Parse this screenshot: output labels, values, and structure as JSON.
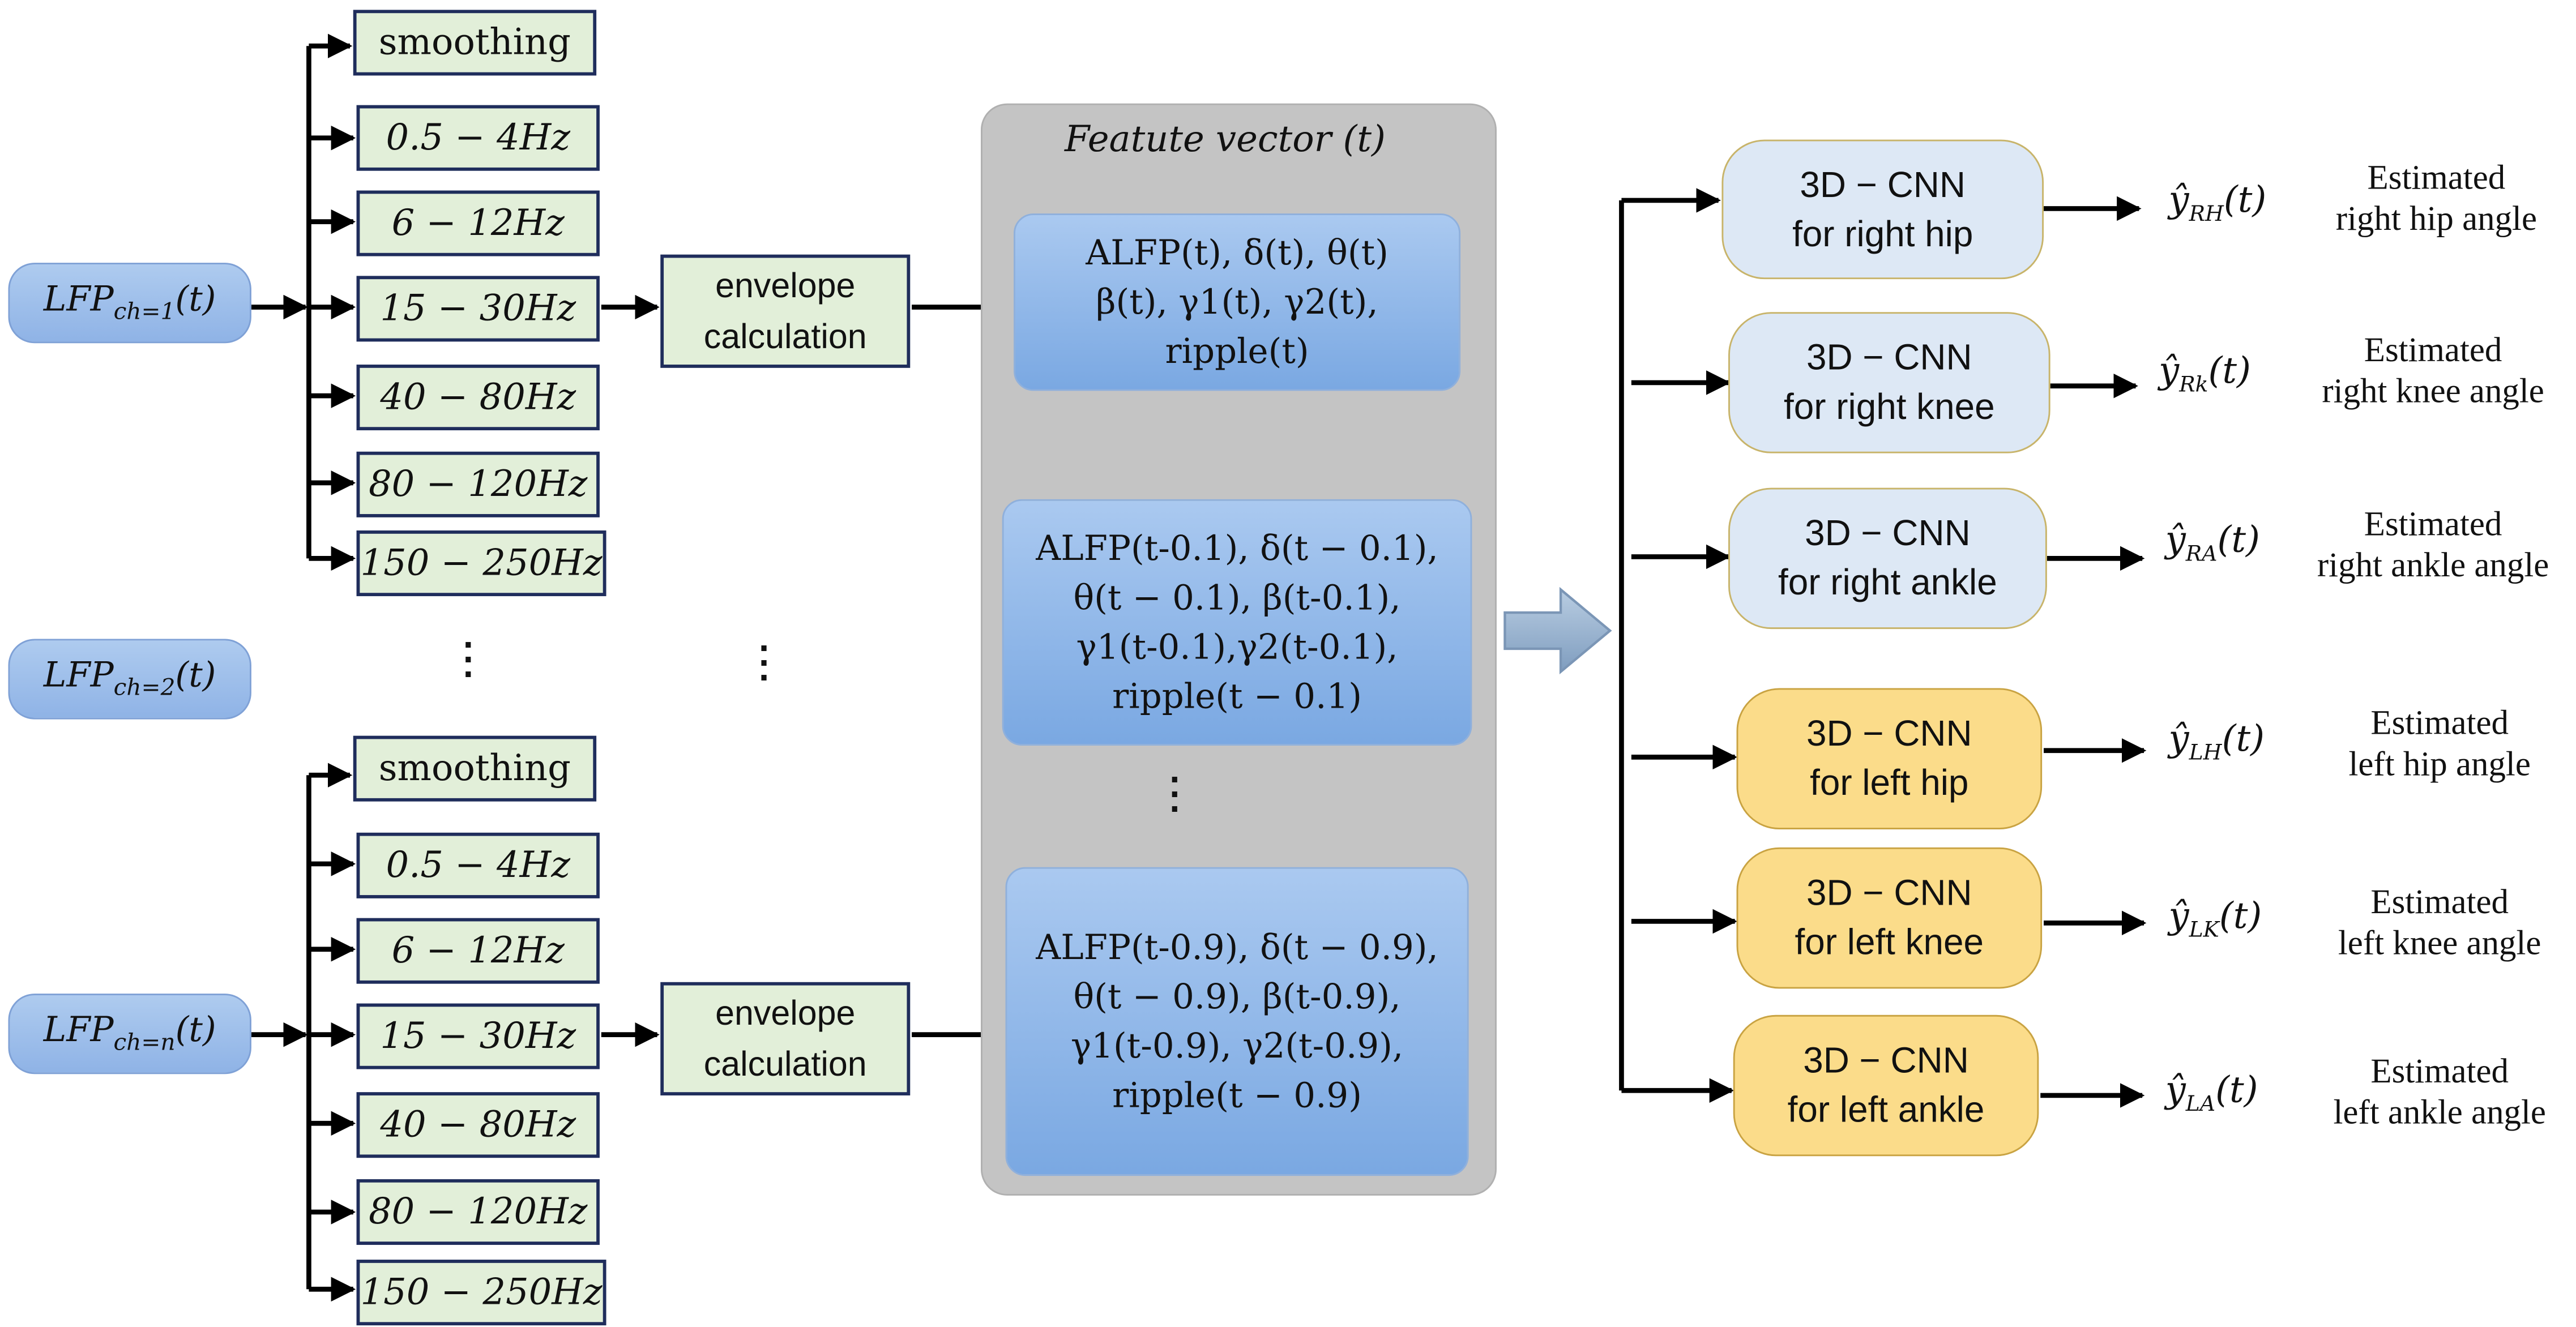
{
  "bands": [
    "smoothing",
    "0.5 − 4Hz",
    "6 − 12Hz",
    "15 − 30Hz",
    "40 − 80Hz",
    "80 − 120Hz",
    "150 − 250Hz"
  ],
  "channels": [
    {
      "base": "LFP",
      "sub": "ch=1",
      "arg": "(t)"
    },
    {
      "base": "LFP",
      "sub": "ch=2",
      "arg": "(t)"
    },
    {
      "base": "LFP",
      "sub": "ch=n",
      "arg": "(t)"
    }
  ],
  "envelope": {
    "line1": "envelope",
    "line2": "calculation"
  },
  "feature_panel": {
    "title": "Featute vector (t)"
  },
  "feature_boxes": [
    [
      "ALFP(t), δ(t), θ(t)",
      "β(t), γ1(t), γ2(t),",
      "ripple(t)"
    ],
    [
      "ALFP(t-0.1), δ(t − 0.1),",
      "θ(t − 0.1), β(t-0.1),",
      "γ1(t-0.1),γ2(t-0.1),",
      "ripple(t − 0.1)"
    ],
    [
      "ALFP(t-0.9), δ(t − 0.9),",
      "θ(t − 0.9), β(t-0.9),",
      "γ1(t-0.9), γ2(t-0.9),",
      "ripple(t − 0.9)"
    ]
  ],
  "cnns": [
    {
      "line1": "3D − CNN",
      "line2": "for right hip",
      "y_sub": "RH",
      "est1": "Estimated",
      "est2": "right hip angle",
      "side": "right"
    },
    {
      "line1": "3D − CNN",
      "line2": "for right knee",
      "y_sub": "Rk",
      "est1": "Estimated",
      "est2": "right knee angle",
      "side": "right"
    },
    {
      "line1": "3D − CNN",
      "line2": "for right ankle",
      "y_sub": "RA",
      "est1": "Estimated",
      "est2": "right ankle angle",
      "side": "right"
    },
    {
      "line1": "3D − CNN",
      "line2": "for left hip",
      "y_sub": "LH",
      "est1": "Estimated",
      "est2": "left hip angle",
      "side": "left"
    },
    {
      "line1": "3D − CNN",
      "line2": "for left knee",
      "y_sub": "LK",
      "est1": "Estimated",
      "est2": "left knee angle",
      "side": "left"
    },
    {
      "line1": "3D − CNN",
      "line2": "for left ankle",
      "y_sub": "LA",
      "est1": "Estimated",
      "est2": "left ankle angle",
      "side": "left"
    }
  ],
  "y_hat_symbol": "ŷ",
  "y_hat_arg": "(t)",
  "colors": {
    "band_fill": "#e2efd9",
    "band_border": "#1f2d5c",
    "lfp_fill": "#9dbdea",
    "panel_fill": "#c4c4c4",
    "right_cnn_fill": "#dde8f5",
    "left_cnn_fill": "#fbdc8a",
    "arrow": "#000000",
    "big_arrow": "#8aa6c6"
  }
}
